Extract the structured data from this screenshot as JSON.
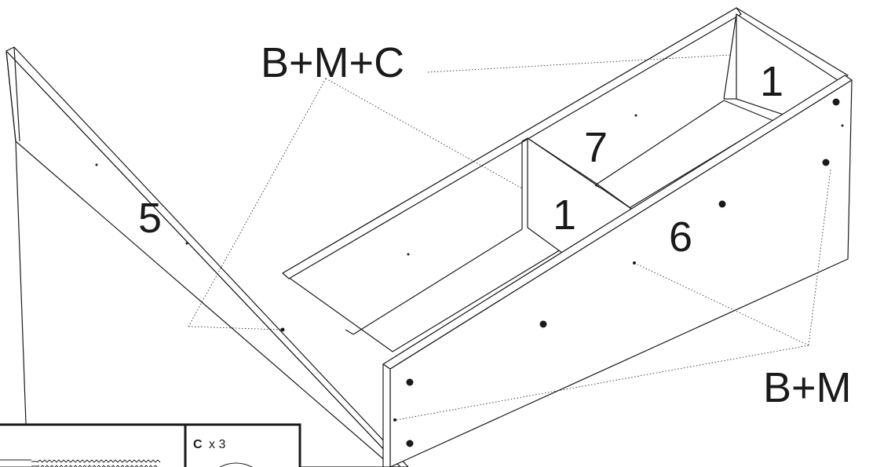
{
  "labels": {
    "top_callout": "B+M+C",
    "right_callout": "B+M",
    "panel_5": "5",
    "panel_1_back": "1",
    "panel_7": "7",
    "panel_1_middle": "1",
    "panel_6": "6"
  },
  "hardware_box": {
    "part_letter": "C",
    "quantity": "x 3"
  }
}
